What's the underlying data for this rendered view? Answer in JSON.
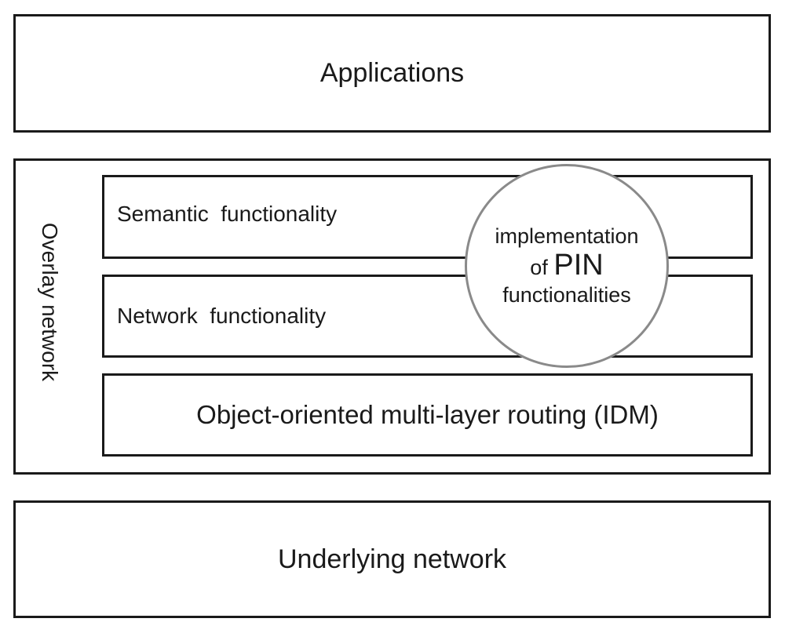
{
  "applications": {
    "label": "Applications"
  },
  "overlay": {
    "label": "Overlay network",
    "layers": {
      "semantic": "Semantic  functionality",
      "network": "Network  functionality",
      "routing": "Object-oriented multi-layer routing (IDM)"
    },
    "pin": {
      "line1": "implementation",
      "line2_prefix": "of",
      "line2_big": "PIN",
      "line3": "functionalities"
    }
  },
  "underlying": {
    "label": "Underlying network"
  }
}
